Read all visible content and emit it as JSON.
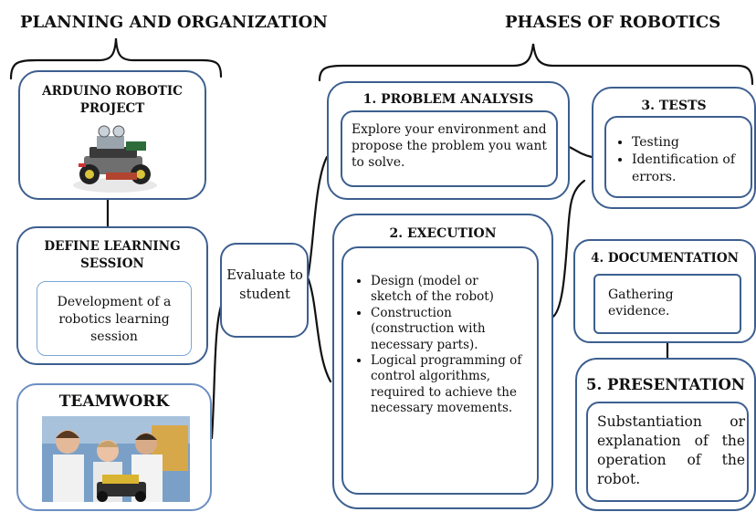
{
  "headings": {
    "left": "PLANNING AND ORGANIZATION",
    "right": "PHASES OF ROBOTICS"
  },
  "left_column": {
    "arduino_title": "ARDUINO ROBOTIC PROJECT",
    "define_title": "DEFINE LEARNING SESSION",
    "define_text": "Development of a robotics learning session",
    "teamwork_title": "TEAMWORK"
  },
  "evaluate": {
    "text": "Evaluate to student"
  },
  "problem_analysis": {
    "title": "1. PROBLEM  ANALYSIS",
    "text": "Explore your environment and propose the problem you want to solve."
  },
  "execution": {
    "title": "2. EXECUTION",
    "items": [
      "Design (model or sketch of the robot)",
      "Construction (construction with necessary parts).",
      "Logical programming of control algorithms, required to achieve the necessary movements."
    ]
  },
  "tests": {
    "title": "3. TESTS",
    "items": [
      "Testing",
      "Identification of errors."
    ]
  },
  "documentation": {
    "title": "4. DOCUMENTATION",
    "text": "Gathering evidence."
  },
  "presentation": {
    "title": "5. PRESENTATION",
    "text": "Substantiation or explanation of the operation of the robot."
  },
  "colors": {
    "box_border": "#3d5f8f",
    "connector": "#111111"
  }
}
